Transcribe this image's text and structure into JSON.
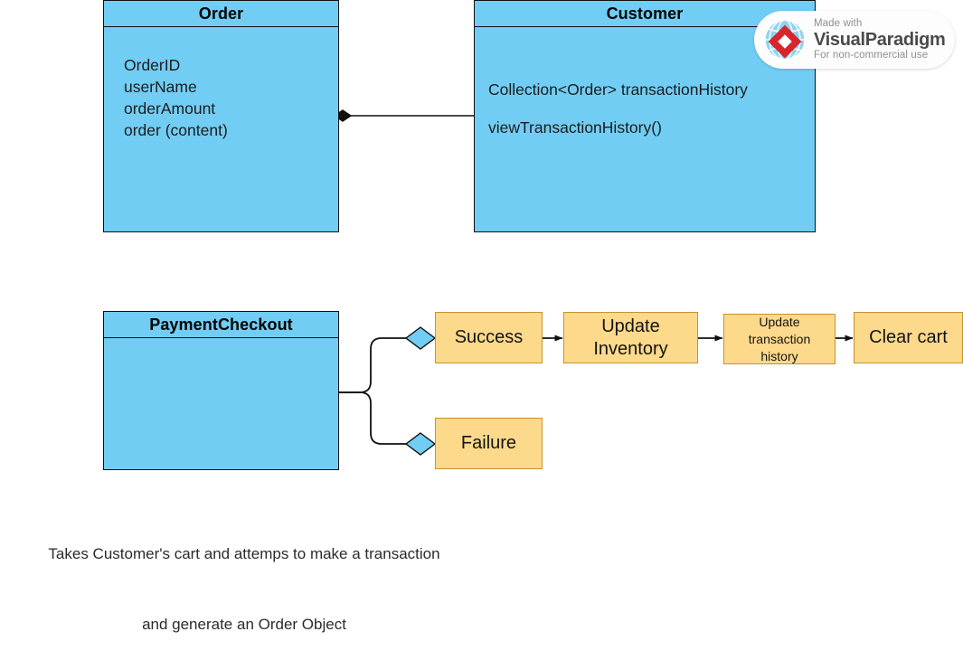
{
  "diagram": {
    "title": "UML class and flow diagram",
    "colors": {
      "class_fill": "#72CDF4",
      "flow_fill": "#FCD98B",
      "flow_border": "#C8922E",
      "line": "#101010",
      "diamond_fill": "#72CDF4"
    },
    "classes": [
      {
        "id": "order",
        "name": "Order",
        "attributes": [
          "OrderID",
          "userName",
          "orderAmount",
          "order (content)"
        ],
        "members": []
      },
      {
        "id": "customer",
        "name": "Customer",
        "attributes": [],
        "members": [
          "Collection<Order> transactionHistory",
          "viewTransactionHistory()"
        ]
      },
      {
        "id": "paymentcheckout",
        "name": "PaymentCheckout",
        "attributes": [],
        "members": []
      }
    ],
    "flow_nodes": [
      {
        "id": "success",
        "label": "Success",
        "lines": [
          "Success"
        ],
        "size": "large"
      },
      {
        "id": "failure",
        "label": "Failure",
        "lines": [
          "Failure"
        ],
        "size": "large"
      },
      {
        "id": "update-inventory",
        "label": "Update Inventory",
        "lines": [
          "Update",
          "Inventory"
        ],
        "size": "large"
      },
      {
        "id": "update-transaction-history",
        "label": "Update transaction history",
        "lines": [
          "Update",
          "transaction",
          "history"
        ],
        "size": "small"
      },
      {
        "id": "clear-cart",
        "label": "Clear cart",
        "lines": [
          "Clear cart"
        ],
        "size": "large"
      }
    ],
    "connectors": [
      {
        "id": "order-customer",
        "type": "composition",
        "from": "order",
        "to": "customer",
        "marker": "filled-diamond"
      },
      {
        "id": "checkout-success",
        "type": "branch",
        "from": "paymentcheckout",
        "to": "success",
        "marker": "blue-diamond"
      },
      {
        "id": "checkout-failure",
        "type": "branch",
        "from": "paymentcheckout",
        "to": "failure",
        "marker": "blue-diamond"
      },
      {
        "id": "success-inventory",
        "type": "arrow",
        "from": "success",
        "to": "update-inventory",
        "marker": "arrowhead"
      },
      {
        "id": "inventory-history",
        "type": "arrow",
        "from": "update-inventory",
        "to": "update-transaction-history",
        "marker": "arrowhead"
      },
      {
        "id": "history-clearcart",
        "type": "arrow",
        "from": "update-transaction-history",
        "to": "clear-cart",
        "marker": "arrowhead"
      }
    ],
    "caption": {
      "line1": "Takes Customer's cart and attemps to make a transaction",
      "line2": "and generate an Order Object"
    }
  },
  "watermark": {
    "made_with": "Made with",
    "brand_part1": "Visual",
    "brand_part2": "Paradigm",
    "license": "For non-commercial use"
  }
}
